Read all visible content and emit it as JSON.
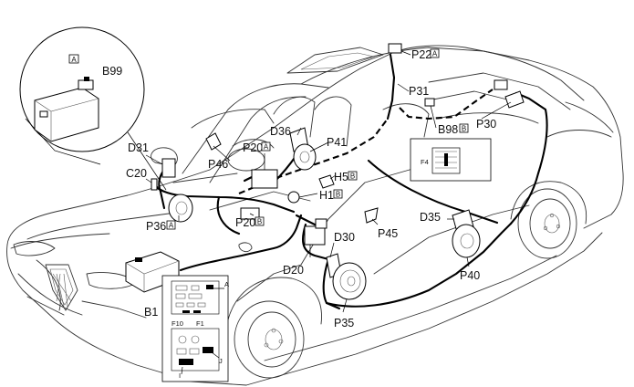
{
  "labels": {
    "b99": "B99",
    "a_inset": "A",
    "p22": "P22",
    "p22_box": "A",
    "p31": "P31",
    "b98": "B98",
    "b98_box": "B",
    "p30": "P30",
    "d36": "D36",
    "p41": "P41",
    "f4": "F4",
    "d31": "D31",
    "p20a": "P20",
    "p20a_box": "A",
    "p46": "P46",
    "c20": "C20",
    "h5": "H5",
    "h5_box": "B",
    "h1": "H1",
    "h1_box": "B",
    "p36": "P36",
    "p36_box": "A",
    "p20b": "P20",
    "p20b_box": "B",
    "d35": "D35",
    "p45": "P45",
    "d30": "D30",
    "d20": "D20",
    "p40": "P40",
    "b1": "B1",
    "fuse_a": "A",
    "fuse_f10": "F10",
    "fuse_f1": "F1",
    "fuse_i": "I",
    "fuse_j": "J",
    "p35": "P35"
  }
}
